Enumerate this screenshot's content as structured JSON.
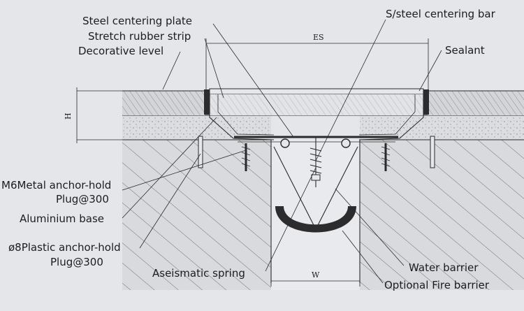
{
  "labels": {
    "steel_centering_plate": "Steel centering plate",
    "ss_centering_bar": "S/steel centering bar",
    "stretch_rubber_strip": "Stretch rubber strip",
    "decorative_level": "Decorative level",
    "sealant": "Sealant",
    "m6_anchor_line1": "M6Metal anchor-hold",
    "m6_anchor_line2": "Plug@300",
    "aluminium_base": "Aluminium base",
    "plastic_anchor_line1": "ø8Plastic anchor-hold",
    "plastic_anchor_line2": "Plug@300",
    "aseismatic_spring": "Aseismatic spring",
    "water_barrier": "Water barrier",
    "fire_barrier": "Optional Fire barrier"
  },
  "dimensions": {
    "es": "ES",
    "h": "H",
    "w": "W"
  },
  "colors": {
    "background": "#e4e6ea",
    "ink": "#1c1c1e",
    "concrete": "#d8dadd",
    "screed": "#dcdde0"
  }
}
